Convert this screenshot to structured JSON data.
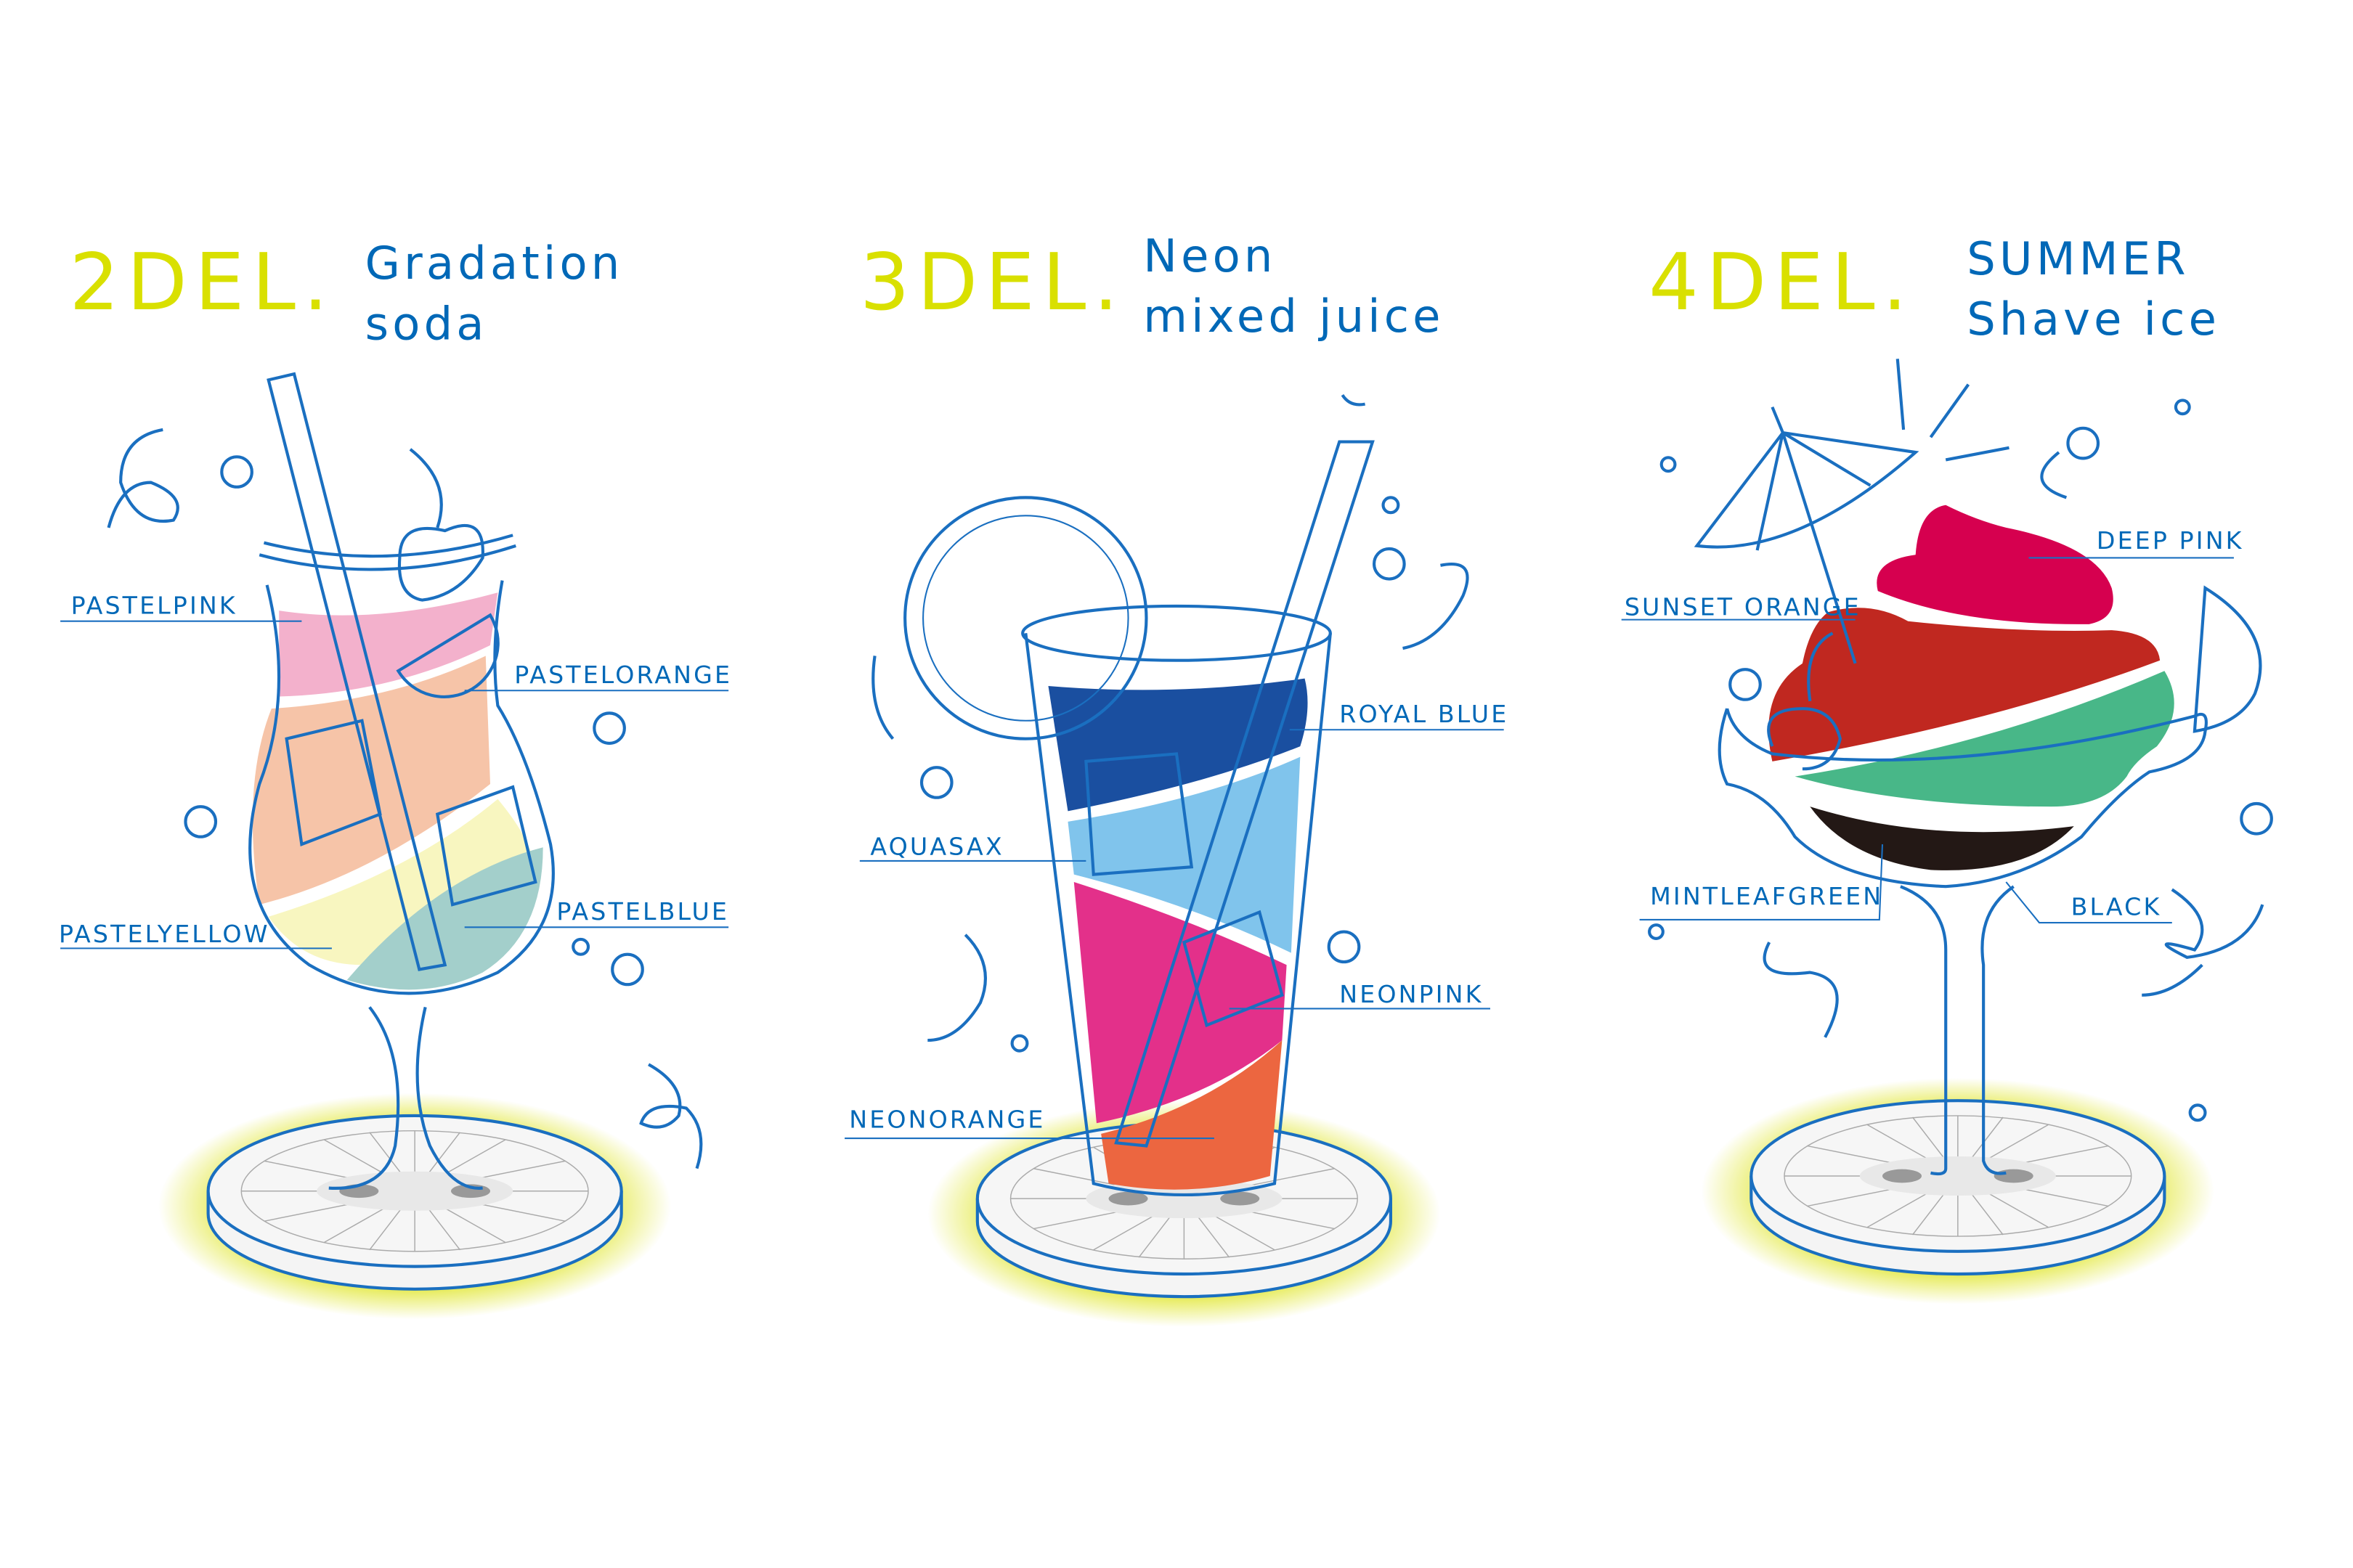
{
  "drinks": [
    {
      "number": "2DEL.",
      "title_line1": "Gradation",
      "title_line2": "soda",
      "labels": [
        "PASTELPINK",
        "PASTELORANGE",
        "PASTELYELLOW",
        "PASTELBLUE"
      ],
      "colors": [
        "#f3b1cc",
        "#f6c4a8",
        "#f8f6c0",
        "#a3cfcb"
      ]
    },
    {
      "number": "3DEL.",
      "title_line1": "Neon",
      "title_line2": "mixed juice",
      "labels": [
        "ROYAL BLUE",
        "AQUASAX",
        "NEONPINK",
        "NEONORANGE"
      ],
      "colors": [
        "#1a4fa0",
        "#80c4ec",
        "#e3308a",
        "#ec6640"
      ]
    },
    {
      "number": "4DEL.",
      "title_line1": "SUMMER",
      "title_line2": "Shave ice",
      "labels": [
        "DEEP PINK",
        "SUNSET ORANGE",
        "MINTLEAFGREEN",
        "BLACK"
      ],
      "colors": [
        "#d6004f",
        "#c02820",
        "#48b788",
        "#231815"
      ]
    }
  ],
  "accent_yellow": "#d9e000",
  "accent_blue": "#0068b7"
}
